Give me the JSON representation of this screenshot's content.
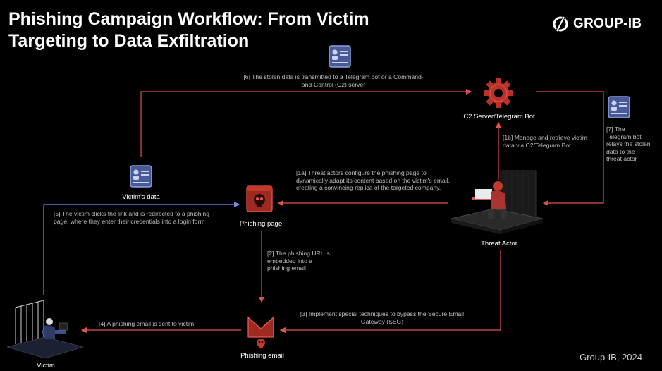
{
  "header": {
    "title": "Phishing Campaign Workflow: From Victim\nTargeting to Data Exfiltration",
    "logo_text": "GROUP-IB"
  },
  "footer": {
    "credit": "Group-IB, 2024"
  },
  "nodes": {
    "c2": "C2 Server/Telegram Bot",
    "victims_data": "Victim's data",
    "phishing_page": "Phishing page",
    "threat_actor": "Threat Actor",
    "phishing_email": "Phishing email",
    "victim": "Victim"
  },
  "steps": {
    "s6": "[6] The stolen data is transmitted to a Telegram bot or a Command-and-Control (C2) server",
    "s7": "[7] The Telegram bot relays the stolen data to the threat actor",
    "s1b": "[1b] Manage and retrieve victim data via C2/Telegram Bot",
    "s1a": "[1a] Threat actors configure the phishing page to dynamically adapt its content based on the victim's email, creating a convincing replica of the targeted company.",
    "s5": "[5] The victim clicks the link and is redirected to a phishing page, where they enter their credentials into a login form",
    "s2": "[2] The phishing URL is embedded into a phishing email",
    "s3": "[3] Implement special techniques to bypass the Secure Email Gateway (SEG)",
    "s4": "[4] A phishing email is sent to victim"
  },
  "colors": {
    "arrow_red": "#d9534f",
    "arrow_blue": "#6f8fe0",
    "icon_red": "#c0392b",
    "doc_blue": "#5a6fb0"
  },
  "icons": [
    "gear-icon",
    "document-icon",
    "skull-page-icon",
    "skull-envelope-icon",
    "hacker-icon",
    "victim-icon"
  ]
}
